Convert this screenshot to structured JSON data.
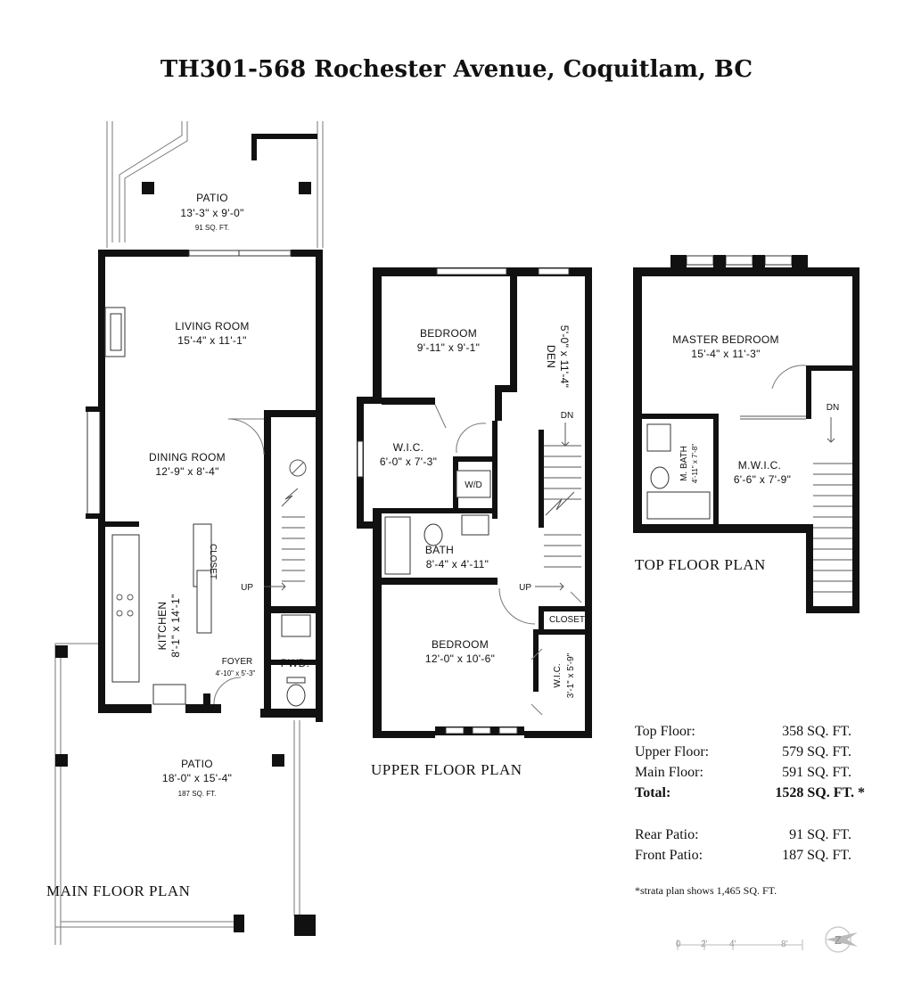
{
  "title": "TH301-568 Rochester Avenue, Coquitlam, BC",
  "plans": {
    "main": "MAIN FLOOR PLAN",
    "upper": "UPPER FLOOR PLAN",
    "top": "TOP FLOOR PLAN"
  },
  "rooms": {
    "rear_patio": {
      "name": "PATIO",
      "dims": "13'-3\" x 9'-0\"",
      "area": "91 SQ. FT."
    },
    "living_room": {
      "name": "LIVING ROOM",
      "dims": "15'-4\" x 11'-1\""
    },
    "dining_room": {
      "name": "DINING ROOM",
      "dims": "12'-9\" x 8'-4\""
    },
    "closet_main": {
      "name": "CLOSET"
    },
    "kitchen": {
      "name": "KITCHEN",
      "dims": "8'-1\" x 14'-1\""
    },
    "foyer": {
      "name": "FOYER",
      "dims": "4'-10\" x 5'-3\""
    },
    "pwd": {
      "name": "PWD."
    },
    "front_patio": {
      "name": "PATIO",
      "dims": "18'-0\" x 15'-4\"",
      "area": "187 SQ. FT."
    },
    "bedroom1": {
      "name": "BEDROOM",
      "dims": "9'-11\" x 9'-1\""
    },
    "den": {
      "name": "DEN",
      "dims": "5'-0\" x 11'-4\""
    },
    "wic1": {
      "name": "W.I.C.",
      "dims": "6'-0\" x 7'-3\""
    },
    "wd": {
      "name": "W/D"
    },
    "bath": {
      "name": "BATH",
      "dims": "8'-4\" x 4'-11\""
    },
    "closet_upper": {
      "name": "CLOSET"
    },
    "bedroom2": {
      "name": "BEDROOM",
      "dims": "12'-0\" x 10'-6\""
    },
    "wic2": {
      "name": "W.I.C.",
      "dims": "3'-1\" x 5'-9\""
    },
    "master_bedroom": {
      "name": "MASTER BEDROOM",
      "dims": "15'-4\" x 11'-3\""
    },
    "m_bath": {
      "name": "M. BATH",
      "dims": "4'-11\" x 7'-8\""
    },
    "m_wic": {
      "name": "M.W.I.C.",
      "dims": "6'-6\" x 7'-9\""
    }
  },
  "stairs": {
    "up": "UP",
    "dn": "DN"
  },
  "areas": [
    {
      "label": "Top Floor:",
      "value": "358 SQ. FT.",
      "bold": false
    },
    {
      "label": "Upper Floor:",
      "value": "579 SQ. FT.",
      "bold": false
    },
    {
      "label": "Main Floor:",
      "value": "591 SQ. FT.",
      "bold": false
    },
    {
      "label": "Total:",
      "value": "1528 SQ. FT. *",
      "bold": true
    }
  ],
  "patios": [
    {
      "label": "Rear Patio:",
      "value": "91 SQ. FT."
    },
    {
      "label": "Front Patio:",
      "value": "187 SQ. FT."
    }
  ],
  "note": "*strata plan shows 1,465 SQ. FT.",
  "scale": {
    "ticks": [
      "0",
      "2'",
      "4'",
      "8'"
    ]
  }
}
